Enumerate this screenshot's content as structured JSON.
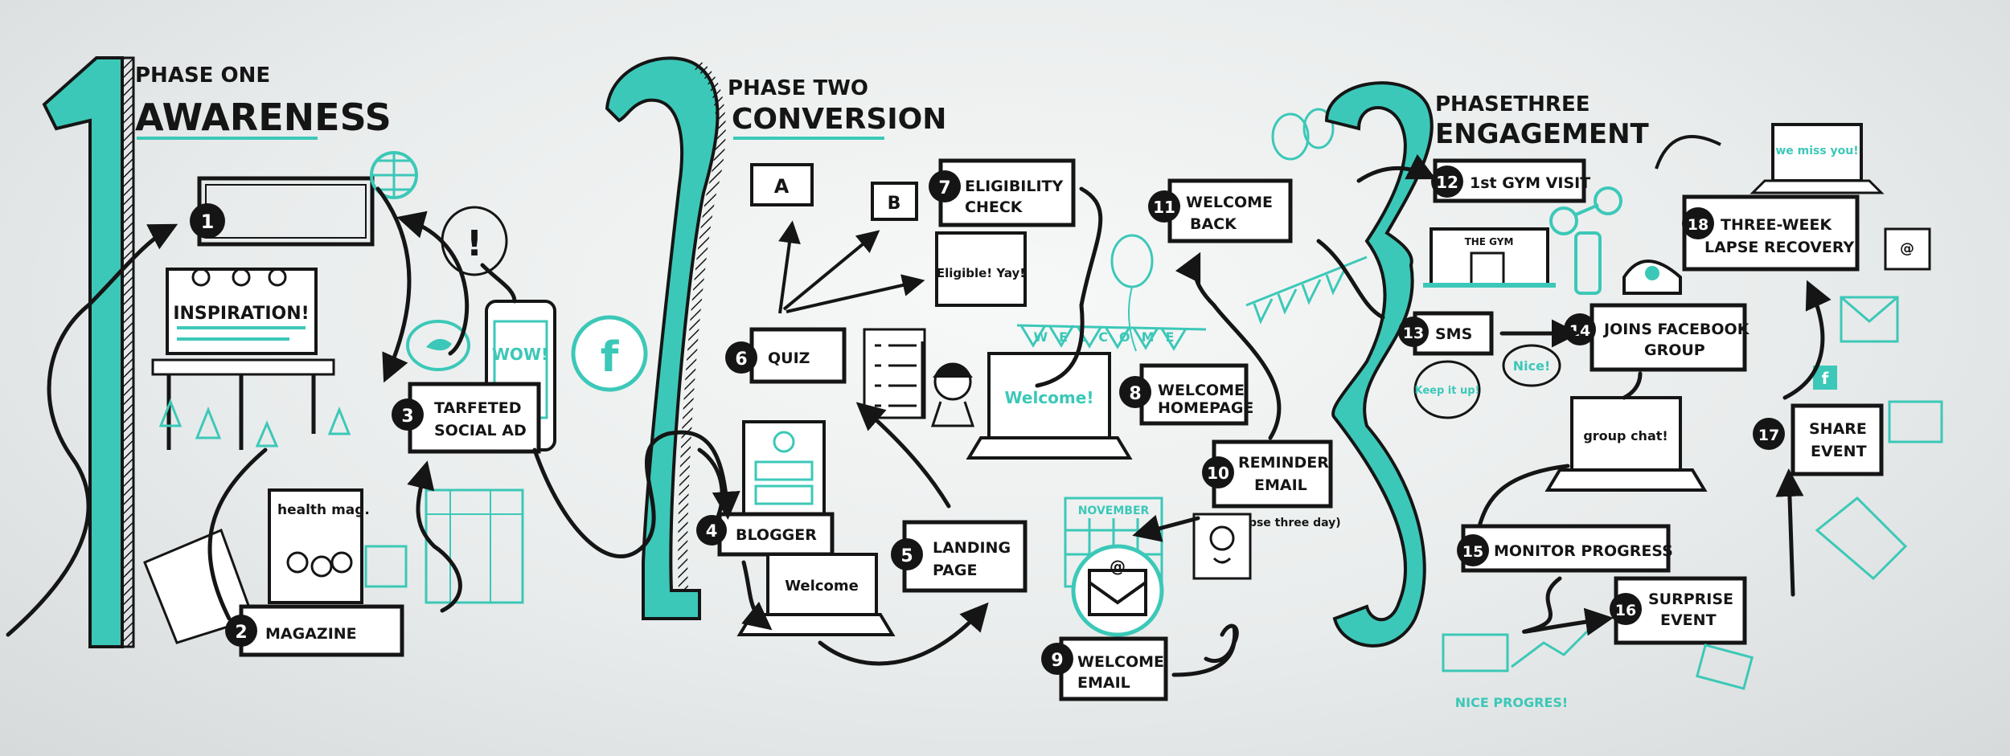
{
  "phases": [
    {
      "number": "1",
      "kicker": "PHASE ONE",
      "title": "AWARENESS"
    },
    {
      "number": "2",
      "kicker": "PHASE TWO",
      "title": "CONVERSION"
    },
    {
      "number": "3",
      "kicker": "PHASETHREE",
      "title": "ENGAGEMENT"
    }
  ],
  "steps": [
    {
      "n": "1",
      "label": ""
    },
    {
      "n": "2",
      "label": "MAGAZINE"
    },
    {
      "n": "3",
      "label": "TARFETED",
      "label2": "SOCIAL AD"
    },
    {
      "n": "4",
      "label": "BLOGGER"
    },
    {
      "n": "5",
      "label": "LANDING",
      "label2": "PAGE"
    },
    {
      "n": "6",
      "label": "QUIZ"
    },
    {
      "n": "7",
      "label": "ELIGIBILITY",
      "label2": "CHECK"
    },
    {
      "n": "8",
      "label": "WELCOME",
      "label2": "HOMEPAGE"
    },
    {
      "n": "9",
      "label": "WELCOME",
      "label2": "EMAIL"
    },
    {
      "n": "10",
      "label": "REMINDER",
      "label2": "EMAIL"
    },
    {
      "n": "11",
      "label": "WELCOME",
      "label2": "BACK"
    },
    {
      "n": "12",
      "label": "1st GYM VISIT"
    },
    {
      "n": "13",
      "label": "SMS"
    },
    {
      "n": "14",
      "label": "JOINS FACEBOOK",
      "label2": "GROUP"
    },
    {
      "n": "15",
      "label": "MONITOR PROGRESS"
    },
    {
      "n": "16",
      "label": "SURPRISE",
      "label2": "EVENT"
    },
    {
      "n": "17",
      "label": "SHARE",
      "label2": "EVENT"
    },
    {
      "n": "18",
      "label": "THREE-WEEK",
      "label2": "LAPSE RECOVERY"
    }
  ],
  "notes": {
    "billboard": "INSPIRATION!",
    "magazine": "health mag.",
    "phone": "WOW!",
    "box_a": "A",
    "box_b": "B",
    "eligible": "Eligible! Yay!",
    "laptop_welcome": "Welcome!",
    "banner": "WELCOME",
    "blog_welcome": "Welcome",
    "month": "NOVEMBER",
    "lapse": "(lapse three day)",
    "gym": "THE GYM",
    "keep": "Keep it up!",
    "nice": "Nice!",
    "group_chat": "group chat!",
    "miss": "we miss you!",
    "nice_progress": "NICE PROGRES!"
  },
  "colors": {
    "ink": "#151515",
    "teal": "#3cc8b8",
    "board": "#eef0f0"
  }
}
